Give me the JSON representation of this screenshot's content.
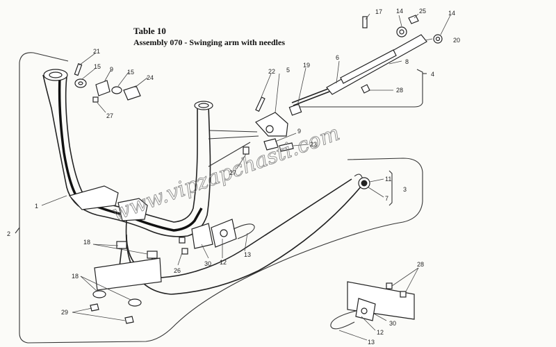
{
  "title": {
    "line1": "Table 10",
    "line2": "Assembly 070 - Swinging arm with needles"
  },
  "watermark": "www.vipzapchasti.com",
  "callouts": [
    {
      "id": "c17",
      "text": "17"
    },
    {
      "id": "c14a",
      "text": "14"
    },
    {
      "id": "c25",
      "text": "25"
    },
    {
      "id": "c14b",
      "text": "14"
    },
    {
      "id": "c20",
      "text": "20"
    },
    {
      "id": "c6",
      "text": "6"
    },
    {
      "id": "c8",
      "text": "8"
    },
    {
      "id": "c4",
      "text": "4"
    },
    {
      "id": "c28a",
      "text": "28"
    },
    {
      "id": "c21",
      "text": "21"
    },
    {
      "id": "c15a",
      "text": "15"
    },
    {
      "id": "c9a",
      "text": "9"
    },
    {
      "id": "c15b",
      "text": "15"
    },
    {
      "id": "c24",
      "text": "24"
    },
    {
      "id": "c27a",
      "text": "27"
    },
    {
      "id": "c22",
      "text": "22"
    },
    {
      "id": "c5",
      "text": "5"
    },
    {
      "id": "c19",
      "text": "19"
    },
    {
      "id": "c9b",
      "text": "9"
    },
    {
      "id": "c23",
      "text": "23"
    },
    {
      "id": "c27b",
      "text": "27"
    },
    {
      "id": "c11",
      "text": "11"
    },
    {
      "id": "c7",
      "text": "7"
    },
    {
      "id": "c3",
      "text": "3"
    },
    {
      "id": "c1",
      "text": "1"
    },
    {
      "id": "c2",
      "text": "2"
    },
    {
      "id": "c18a",
      "text": "18"
    },
    {
      "id": "c26",
      "text": "26"
    },
    {
      "id": "c30a",
      "text": "30"
    },
    {
      "id": "c12a",
      "text": "12"
    },
    {
      "id": "c13a",
      "text": "13"
    },
    {
      "id": "c18b",
      "text": "18"
    },
    {
      "id": "c29",
      "text": "29"
    },
    {
      "id": "c28b",
      "text": "28"
    },
    {
      "id": "c30b",
      "text": "30"
    },
    {
      "id": "c12b",
      "text": "12"
    },
    {
      "id": "c13b",
      "text": "13"
    }
  ]
}
